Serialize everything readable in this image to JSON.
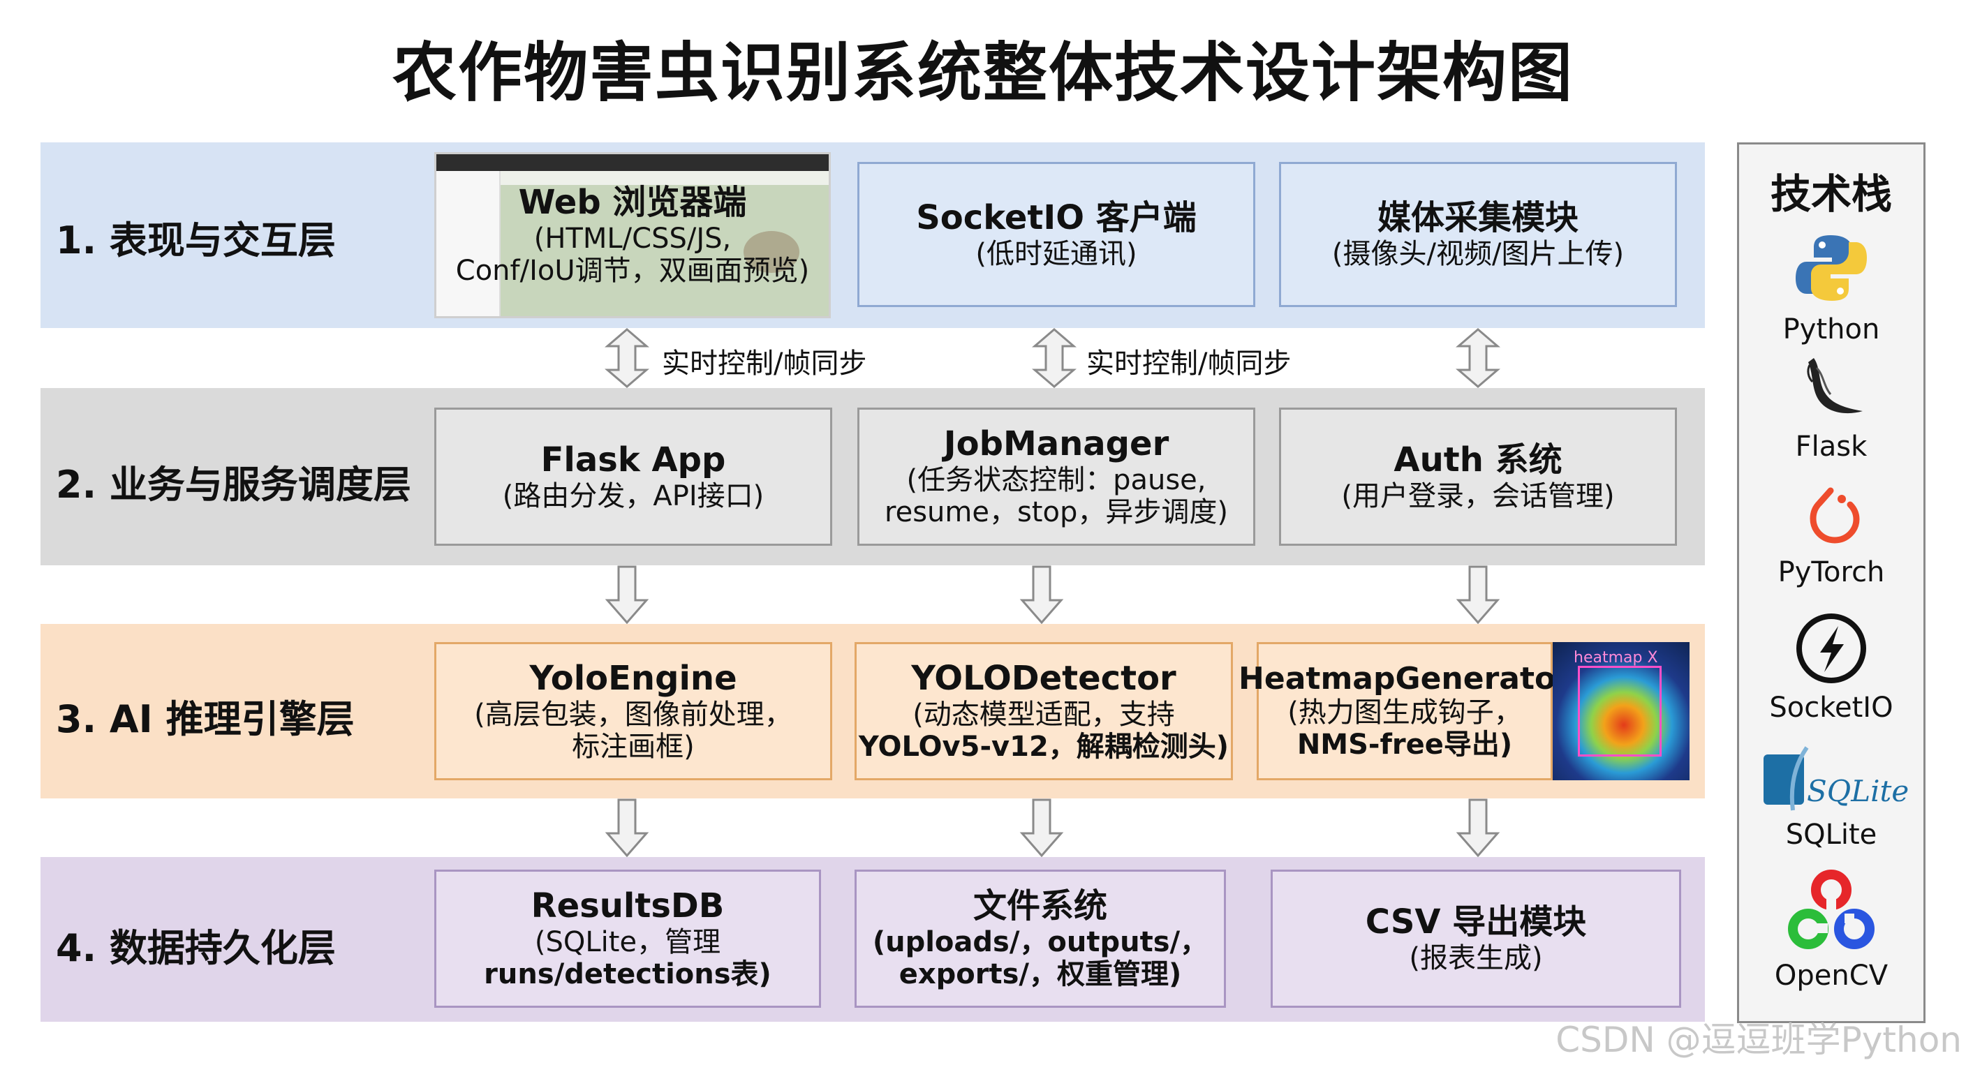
{
  "title": "农作物害虫识别系统整体技术设计架构图",
  "layers": [
    {
      "label": "1. 表现与交互层",
      "boxes": [
        {
          "heading": "Web 浏览器端",
          "lines": [
            "(HTML/CSS/JS,",
            "Conf/IoU调节，双画面预览)"
          ]
        },
        {
          "heading": "SocketIO 客户端",
          "lines": [
            "(低时延通讯)"
          ]
        },
        {
          "heading": "媒体采集模块",
          "lines": [
            "(摄像头/视频/图片上传)"
          ]
        }
      ]
    },
    {
      "label": "2. 业务与服务调度层",
      "boxes": [
        {
          "heading": "Flask App",
          "lines": [
            "(路由分发，API接口)"
          ]
        },
        {
          "heading": "JobManager",
          "lines": [
            "(任务状态控制：pause,",
            "resume，stop，异步调度)"
          ]
        },
        {
          "heading": "Auth 系统",
          "lines": [
            "(用户登录，会话管理)"
          ]
        }
      ]
    },
    {
      "label": "3. AI 推理引擎层",
      "boxes": [
        {
          "heading": "YoloEngine",
          "lines": [
            "(高层包装，图像前处理，",
            "标注画框)"
          ]
        },
        {
          "heading": "YOLODetector",
          "lines": [
            "(动态模型适配，支持",
            "YOLOv5-v12，解耦检测头)"
          ]
        },
        {
          "heading": "HeatmapGenerator",
          "lines": [
            "(热力图生成钩子，",
            "NMS-free导出)"
          ]
        }
      ]
    },
    {
      "label": "4. 数据持久化层",
      "boxes": [
        {
          "heading": "ResultsDB",
          "lines": [
            "(SQLite，管理",
            "runs/detections表)"
          ]
        },
        {
          "heading": "文件系统",
          "lines": [
            "(uploads/，outputs/，",
            "exports/，权重管理)"
          ]
        },
        {
          "heading": "CSV 导出模块",
          "lines": [
            "(报表生成)"
          ]
        }
      ]
    }
  ],
  "sync_labels": [
    "实时控制/帧同步",
    "实时控制/帧同步"
  ],
  "heatmap_thumb_label": "heatmap X",
  "tech_stack": {
    "title": "技术栈",
    "items": [
      {
        "name": "Python",
        "icon": "python-icon"
      },
      {
        "name": "Flask",
        "icon": "flask-icon"
      },
      {
        "name": "PyTorch",
        "icon": "pytorch-icon"
      },
      {
        "name": "SocketIO",
        "icon": "socketio-icon"
      },
      {
        "name": "SQLite",
        "icon": "sqlite-icon",
        "logo_text": "SQLite"
      },
      {
        "name": "OpenCV",
        "icon": "opencv-icon"
      }
    ]
  },
  "watermark": "CSDN @逗逗班学Python",
  "colors": {
    "layer1": "#d7e3f4",
    "layer2": "#dadada",
    "layer3": "#fbe0c6",
    "layer4": "#e0d5ea"
  }
}
